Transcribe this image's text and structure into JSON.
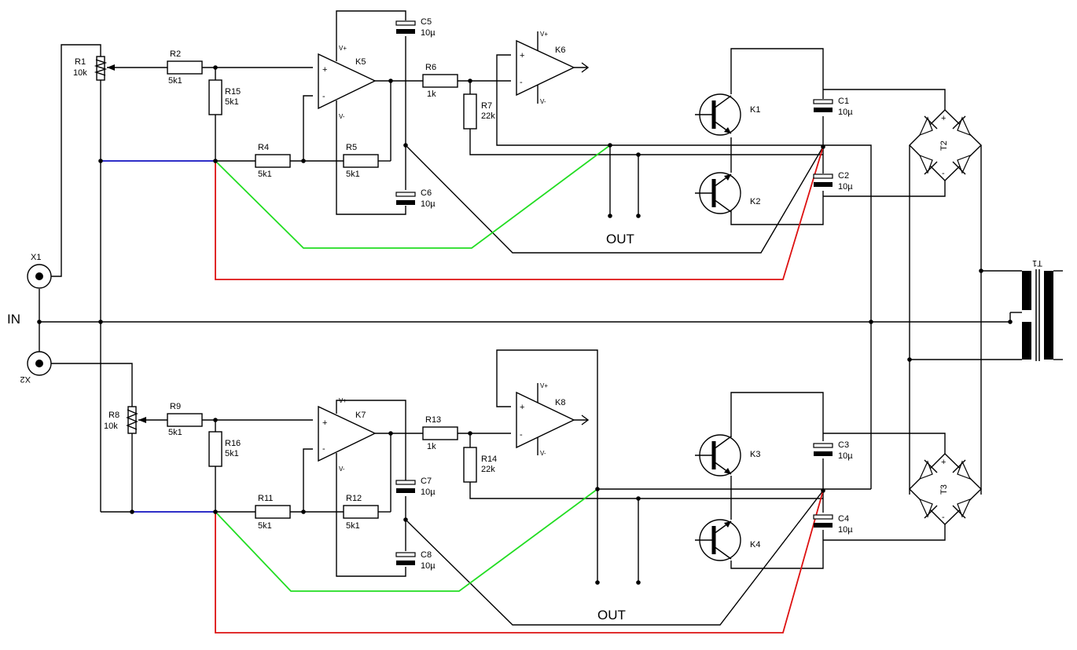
{
  "labels": {
    "in": "IN",
    "out_top": "OUT",
    "out_bottom": "OUT",
    "x1": "X1",
    "x2": "X2",
    "t1": "T1",
    "t2": "T2",
    "t3": "T3",
    "vplus": "V+",
    "vminus": "V-"
  },
  "components": {
    "R1": {
      "ref": "R1",
      "value": "10k"
    },
    "R2": {
      "ref": "R2",
      "value": "5k1"
    },
    "R15": {
      "ref": "R15",
      "value": "5k1"
    },
    "R4": {
      "ref": "R4",
      "value": "5k1"
    },
    "R5": {
      "ref": "R5",
      "value": "5k1"
    },
    "R6": {
      "ref": "R6",
      "value": "1k"
    },
    "R7": {
      "ref": "R7",
      "value": "22k"
    },
    "R8": {
      "ref": "R8",
      "value": "10k"
    },
    "R9": {
      "ref": "R9",
      "value": "5k1"
    },
    "R16": {
      "ref": "R16",
      "value": "5k1"
    },
    "R11": {
      "ref": "R11",
      "value": "5k1"
    },
    "R12": {
      "ref": "R12",
      "value": "5k1"
    },
    "R13": {
      "ref": "R13",
      "value": "1k"
    },
    "R14": {
      "ref": "R14",
      "value": "22k"
    },
    "C1": {
      "ref": "C1",
      "value": "10µ"
    },
    "C2": {
      "ref": "C2",
      "value": "10µ"
    },
    "C3": {
      "ref": "C3",
      "value": "10µ"
    },
    "C4": {
      "ref": "C4",
      "value": "10µ"
    },
    "C5": {
      "ref": "C5",
      "value": "10µ"
    },
    "C6": {
      "ref": "C6",
      "value": "10µ"
    },
    "C7": {
      "ref": "C7",
      "value": "10µ"
    },
    "C8": {
      "ref": "C8",
      "value": "10µ"
    },
    "K1": {
      "ref": "K1"
    },
    "K2": {
      "ref": "K2"
    },
    "K3": {
      "ref": "K3"
    },
    "K4": {
      "ref": "K4"
    },
    "K5": {
      "ref": "K5"
    },
    "K6": {
      "ref": "K6"
    },
    "K7": {
      "ref": "K7"
    },
    "K8": {
      "ref": "K8"
    }
  }
}
